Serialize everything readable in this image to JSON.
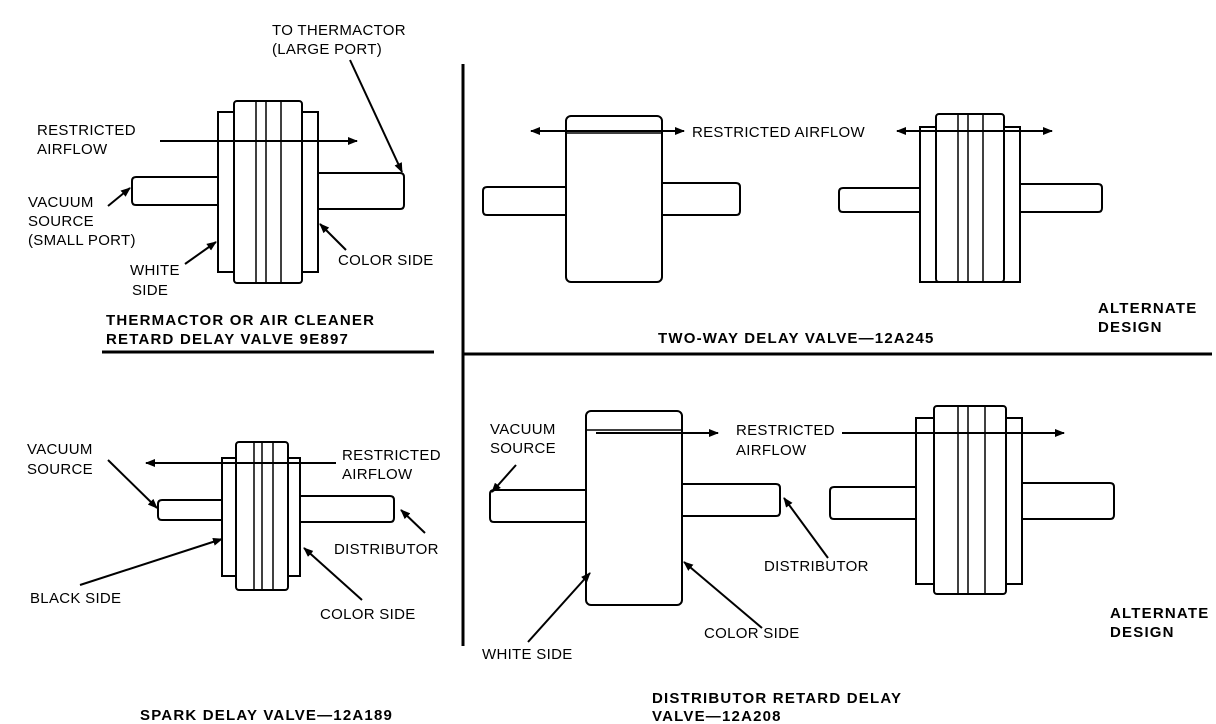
{
  "panels": {
    "thermactor": {
      "to_thermactor_1": "TO THERMACTOR",
      "to_thermactor_2": "(LARGE PORT)",
      "restricted_1": "RESTRICTED",
      "restricted_2": "AIRFLOW",
      "vacuum_1": "VACUUM",
      "vacuum_2": "SOURCE",
      "vacuum_3": "(SMALL PORT)",
      "white_1": "WHITE",
      "white_2": "SIDE",
      "color_side": "COLOR SIDE",
      "caption_1": "THERMACTOR OR AIR CLEANER",
      "caption_2": "RETARD DELAY VALVE 9E897"
    },
    "two_way": {
      "restricted_airflow": "RESTRICTED AIRFLOW",
      "caption": "TWO-WAY DELAY VALVE—12A245",
      "alternate_1": "ALTERNATE",
      "alternate_2": "DESIGN"
    },
    "spark": {
      "vacuum_1": "VACUUM",
      "vacuum_2": "SOURCE",
      "restricted_1": "RESTRICTED",
      "restricted_2": "AIRFLOW",
      "distributor": "DISTRIBUTOR",
      "black_side": "BLACK SIDE",
      "color_side": "COLOR SIDE",
      "caption": "SPARK DELAY VALVE—12A189"
    },
    "distributor_retard": {
      "vacuum_1": "VACUUM",
      "vacuum_2": "SOURCE",
      "restricted_1": "RESTRICTED",
      "restricted_2": "AIRFLOW",
      "distributor": "DISTRIBUTOR",
      "white_side": "WHITE SIDE",
      "color_side": "COLOR SIDE",
      "caption_1": "DISTRIBUTOR RETARD DELAY",
      "caption_2": "VALVE—12A208",
      "alternate_1": "ALTERNATE",
      "alternate_2": "DESIGN"
    }
  }
}
